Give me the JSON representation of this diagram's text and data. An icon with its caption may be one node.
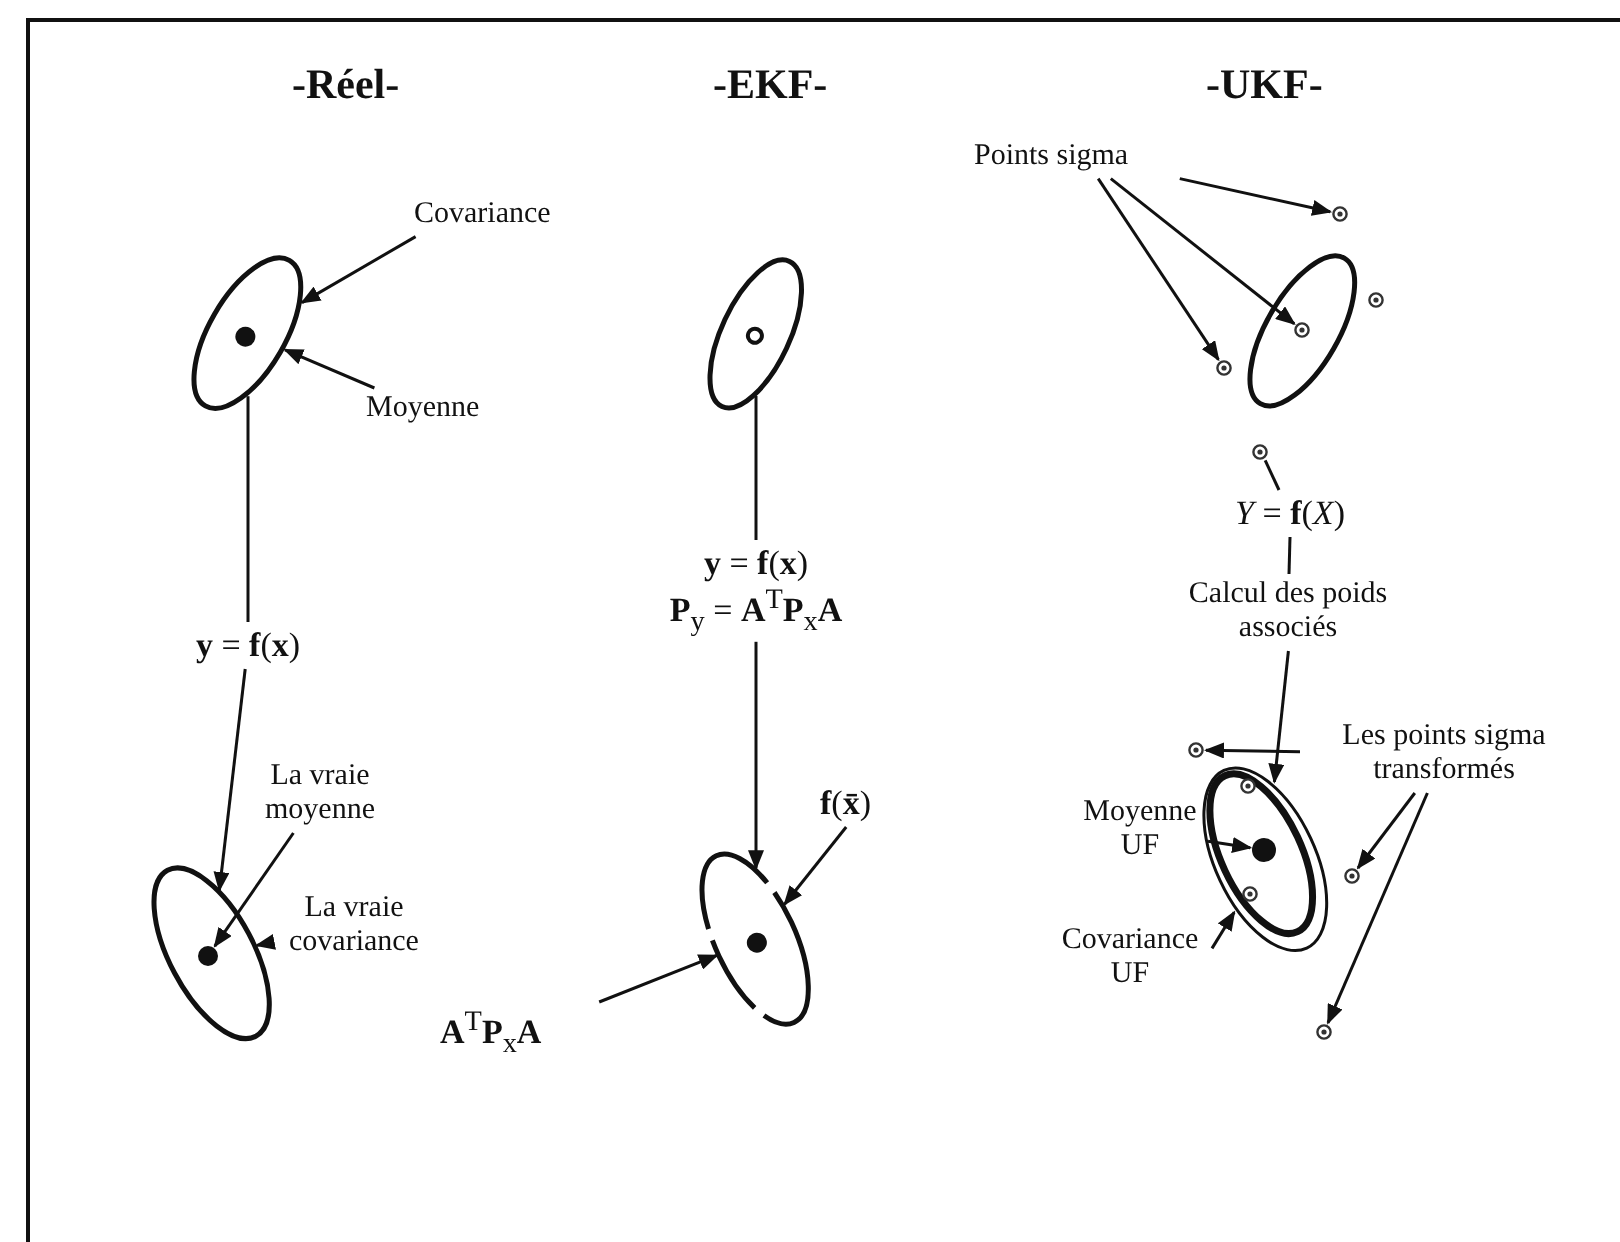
{
  "diagram": {
    "nodes": [
      {
        "text": [
          "Covariance"
        ]
      },
      {
        "text": [],
        "shape": "ellipse"
      },
      {
        "text": [
          "Moyenne"
        ]
      },
      {
        "text": [
          "**y** = **f**(**x**)"
        ]
      },
      {
        "text": [],
        "shape": "ellipse"
      },
      {
        "text": [],
        "shape": "circle",
        "in": 4
      },
      {
        "text": [
          "La vraie moyenne"
        ]
      },
      {
        "text": [
          "La vraie covariance"
        ]
      },
      {
        "text": [],
        "shape": "ellipse"
      },
      {
        "text": [
          "**y** = **f**(**x**)",
          "**P**$_{y}$ = **A**$^{T}$**P**$_{x}$**A**"
        ]
      },
      {
        "text": [
          "**f**(**x̄**)"
        ]
      },
      {
        "text": [],
        "shape": "ellipse"
      },
      {
        "text": [
          "**A**$^{T}$**P**$_{x}$**A**"
        ]
      },
      {
        "text": [
          "Points sigma"
        ]
      },
      {
        "text": [],
        "shape": "circle"
      },
      {
        "text": [],
        "shape": "ellipse"
      },
      {
        "text": [],
        "shape": "circle",
        "in": 15
      },
      {
        "text": [],
        "shape": "circle"
      },
      {
        "text": [],
        "shape": "circle"
      },
      {
        "text": [],
        "shape": "circle"
      },
      {
        "text": [
          "*Y* = **f**(*X*)"
        ]
      },
      {
        "text": [
          "Calcul des poids associés"
        ]
      },
      {
        "text": [],
        "shape": "ellipse"
      },
      {
        "text": [],
        "shape": "ellipse",
        "in": 22
      },
      {
        "text": [],
        "shape": "circle"
      },
      {
        "text": [],
        "shape": "circle",
        "in": 23
      },
      {
        "text": [],
        "shape": "circle",
        "in": 23
      },
      {
        "text": [],
        "shape": "circle",
        "in": 23
      },
      {
        "text": [],
        "shape": "circle"
      },
      {
        "text": [],
        "shape": "circle"
      },
      {
        "text": [
          "Les points sigma transformés"
        ]
      },
      {
        "text": [
          "Moyenne UF"
        ]
      },
      {
        "text": [
          "Covariance UF"
        ]
      }
    ],
    "edges": [
      {
        "from": 0,
        "to": 1,
        "arrow": "to"
      },
      {
        "from": 2,
        "to": 1,
        "arrow": "to"
      },
      {
        "from": 1,
        "to": 3,
        "arrow": "none"
      },
      {
        "from": 3,
        "to": 4,
        "arrow": "to"
      },
      {
        "from": 6,
        "to": 5,
        "arrow": "to"
      },
      {
        "from": 7,
        "to": 4,
        "arrow": "to"
      },
      {
        "from": 8,
        "to": 9,
        "arrow": "none"
      },
      {
        "from": 9,
        "to": 11,
        "arrow": "to"
      },
      {
        "from": 10,
        "to": 11,
        "arrow": "to"
      },
      {
        "from": 12,
        "to": 11,
        "arrow": "to"
      },
      {
        "from": 13,
        "to": 14,
        "arrow": "to"
      },
      {
        "from": 13,
        "to": 16,
        "arrow": "to"
      },
      {
        "from": 13,
        "to": 18,
        "arrow": "to"
      },
      {
        "from": 19,
        "to": 20,
        "arrow": "none"
      },
      {
        "from": 20,
        "to": 21,
        "arrow": "none"
      },
      {
        "from": 21,
        "to": 22,
        "arrow": "to"
      },
      {
        "from": 30,
        "to": 24,
        "arrow": "to"
      },
      {
        "from": 30,
        "to": 28,
        "arrow": "to"
      },
      {
        "from": 30,
        "to": 29,
        "arrow": "to"
      },
      {
        "from": 31,
        "to": 26,
        "arrow": "to"
      },
      {
        "from": 32,
        "to": 22,
        "arrow": "to"
      }
    ],
    "labels": [
      "-Réel-",
      "-EKF-",
      "-UKF-"
    ]
  }
}
